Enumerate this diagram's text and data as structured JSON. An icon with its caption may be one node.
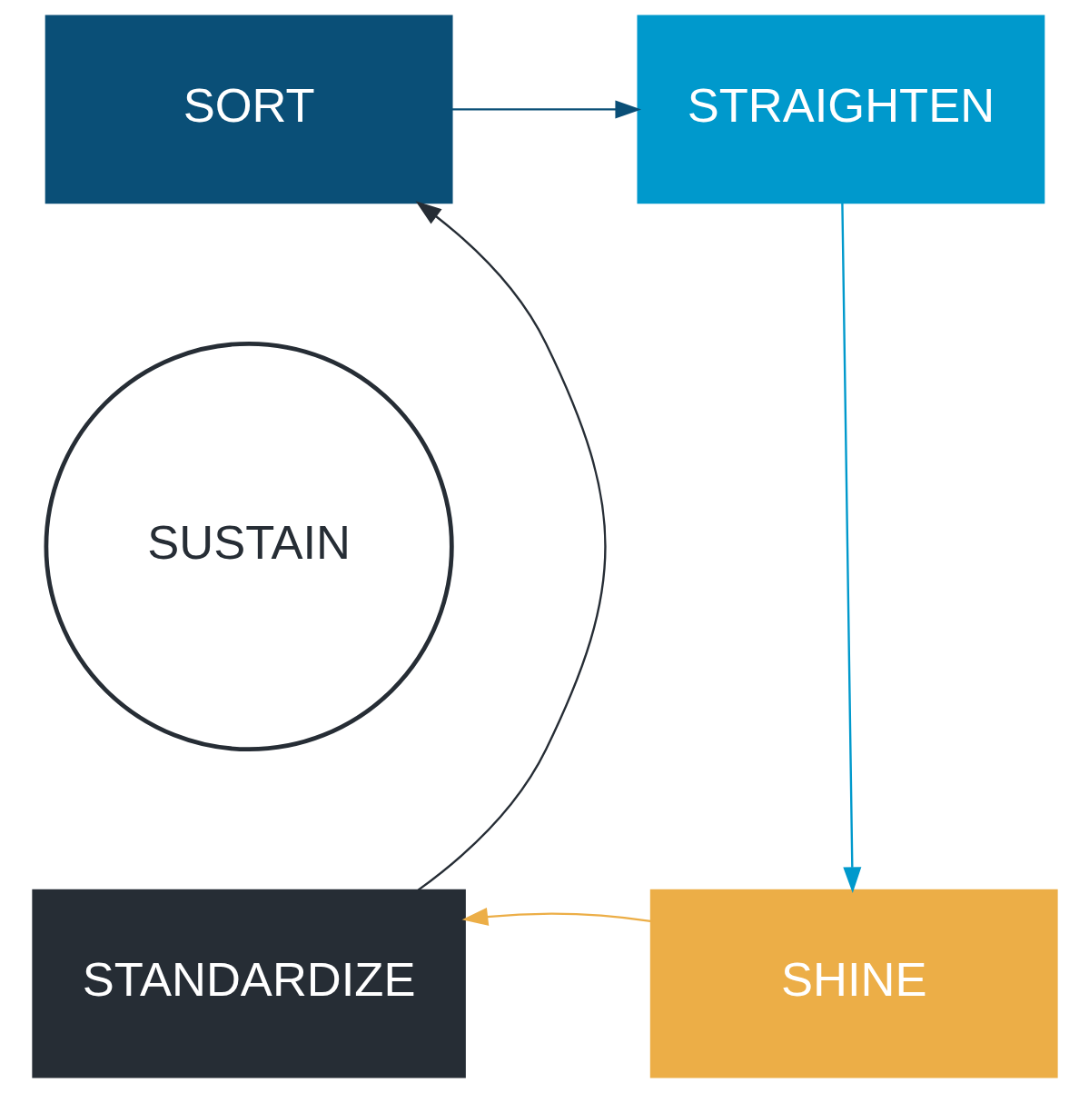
{
  "diagram": {
    "nodes": [
      {
        "text": [
          "SORT"
        ]
      },
      {
        "text": [
          "STRAIGHTEN"
        ]
      },
      {
        "text": [
          "SUSTAIN"
        ]
      },
      {
        "text": [
          "STANDARDIZE"
        ]
      },
      {
        "text": [
          "SHINE"
        ]
      }
    ],
    "edges": [
      {
        "from": 0,
        "to": 1,
        "arrow": "to",
        "color": "#0a4f77"
      },
      {
        "from": 1,
        "to": 4,
        "arrow": "to",
        "color": "#0099cc"
      },
      {
        "from": 4,
        "to": 3,
        "arrow": "to",
        "color": "#ecae47"
      },
      {
        "from": 3,
        "to": 0,
        "arrow": "to",
        "color": "#262d35"
      }
    ]
  }
}
